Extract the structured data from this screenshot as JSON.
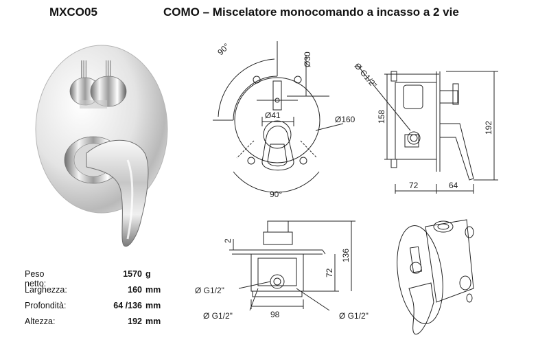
{
  "header": {
    "product_code": "MXCO05",
    "title": "COMO – Miscelatore monocomando a incasso a 2 vie"
  },
  "specs": [
    {
      "label": "Peso netto:",
      "value": "1570",
      "unit": "g"
    },
    {
      "label": "Larghezza:",
      "value": "160",
      "unit": "mm"
    },
    {
      "label": "Profondità:",
      "value": "64 /136",
      "unit": "mm"
    },
    {
      "label": "Altezza:",
      "value": "192",
      "unit": "mm"
    }
  ],
  "front_view": {
    "angle_top": "90°",
    "angle_bottom": "90°",
    "diam_knob": "Ø30",
    "diam_plate": "Ø160",
    "diam_lever": "Ø41"
  },
  "side_view": {
    "thread": "Ø G1/2\"",
    "height_box": "158",
    "height_total": "192",
    "depth_box": "72",
    "depth_handle": "64"
  },
  "top_view": {
    "plate_thick": "2",
    "height_box": "72",
    "height_total": "136",
    "width_box": "98",
    "thread_left": "Ø G1/2\"",
    "thread_bottom_left": "Ø G1/2\"",
    "thread_bottom_right": "Ø G1/2\""
  },
  "colors": {
    "line": "#222222",
    "metal_light": "#f2f2f2",
    "metal_dark": "#8a8a8a"
  }
}
